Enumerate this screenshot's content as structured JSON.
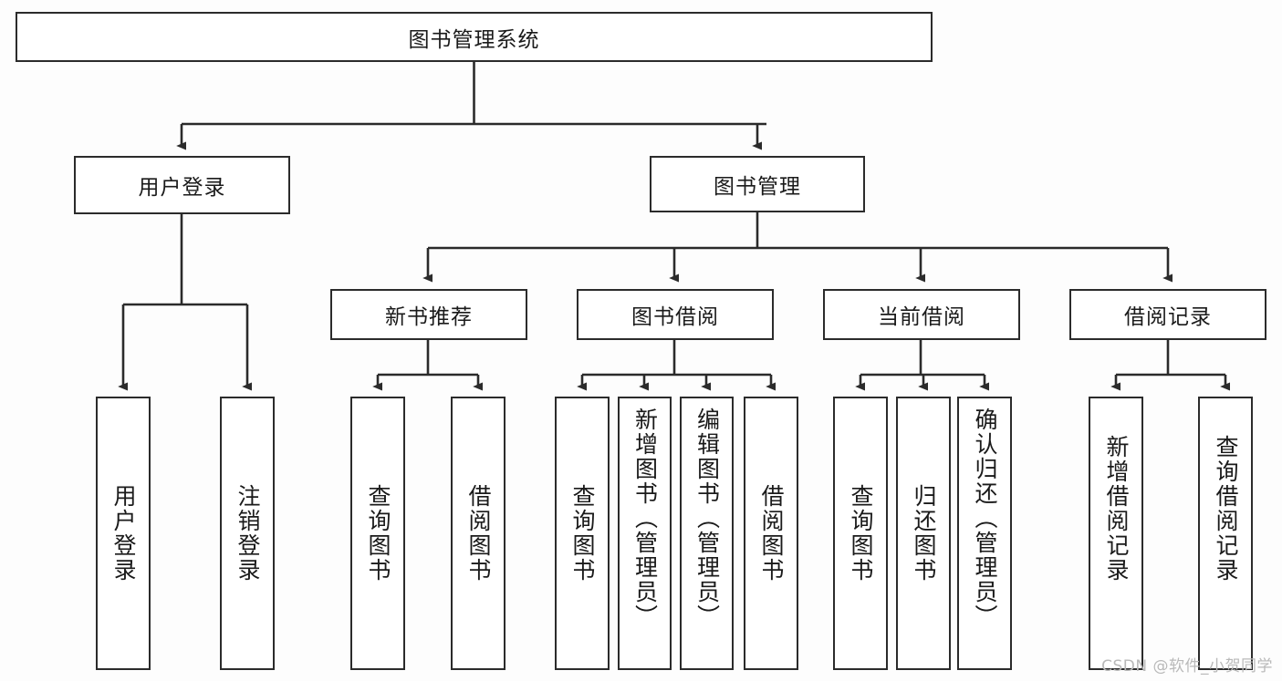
{
  "diagram": {
    "type": "tree-hierarchy",
    "title": "图书管理系统",
    "watermark": "CSDN @软件_小贺同学",
    "colors": {
      "stroke": "#2b2b2b",
      "fill": "#ffffff",
      "background": "#fdfdfd",
      "text": "#1a1a1a",
      "watermark": "#b9b9b9"
    },
    "root": {
      "id": "root",
      "label": "图书管理系统",
      "orientation": "horizontal"
    },
    "level2": [
      {
        "id": "user-login",
        "label": "用户登录",
        "orientation": "horizontal"
      },
      {
        "id": "book-manage",
        "label": "图书管理",
        "orientation": "horizontal"
      }
    ],
    "level3": [
      {
        "id": "new-book-rec",
        "label": "新书推荐",
        "parent": "book-manage",
        "orientation": "horizontal"
      },
      {
        "id": "book-borrow",
        "label": "图书借阅",
        "parent": "book-manage",
        "orientation": "horizontal"
      },
      {
        "id": "current-borrow",
        "label": "当前借阅",
        "parent": "book-manage",
        "orientation": "horizontal"
      },
      {
        "id": "borrow-record",
        "label": "借阅记录",
        "parent": "book-manage",
        "orientation": "horizontal"
      }
    ],
    "leaves": [
      {
        "id": "leaf-user-login",
        "label": "用户登录",
        "parent": "user-login",
        "orientation": "vertical",
        "chars": 4
      },
      {
        "id": "leaf-user-logout",
        "label": "注销登录",
        "parent": "user-login",
        "orientation": "vertical",
        "chars": 4
      },
      {
        "id": "leaf-query-book-1",
        "label": "查询图书",
        "parent": "new-book-rec",
        "orientation": "vertical",
        "chars": 4
      },
      {
        "id": "leaf-borrow-book-1",
        "label": "借阅图书",
        "parent": "new-book-rec",
        "orientation": "vertical",
        "chars": 4
      },
      {
        "id": "leaf-query-book-2",
        "label": "查询图书",
        "parent": "book-borrow",
        "orientation": "vertical",
        "chars": 4
      },
      {
        "id": "leaf-add-book",
        "label": "新增图书（管理员）",
        "parent": "book-borrow",
        "orientation": "vertical",
        "chars": 9
      },
      {
        "id": "leaf-edit-book",
        "label": "编辑图书（管理员）",
        "parent": "book-borrow",
        "orientation": "vertical",
        "chars": 9
      },
      {
        "id": "leaf-borrow-book-2",
        "label": "借阅图书",
        "parent": "book-borrow",
        "orientation": "vertical",
        "chars": 4
      },
      {
        "id": "leaf-query-book-3",
        "label": "查询图书",
        "parent": "current-borrow",
        "orientation": "vertical",
        "chars": 4
      },
      {
        "id": "leaf-return-book",
        "label": "归还图书",
        "parent": "current-borrow",
        "orientation": "vertical",
        "chars": 4
      },
      {
        "id": "leaf-confirm-return",
        "label": "确认归还（管理员）",
        "parent": "current-borrow",
        "orientation": "vertical",
        "chars": 9
      },
      {
        "id": "leaf-add-record",
        "label": "新增借阅记录",
        "parent": "borrow-record",
        "orientation": "vertical",
        "chars": 6
      },
      {
        "id": "leaf-query-record",
        "label": "查询借阅记录",
        "parent": "borrow-record",
        "orientation": "vertical",
        "chars": 6
      }
    ]
  }
}
